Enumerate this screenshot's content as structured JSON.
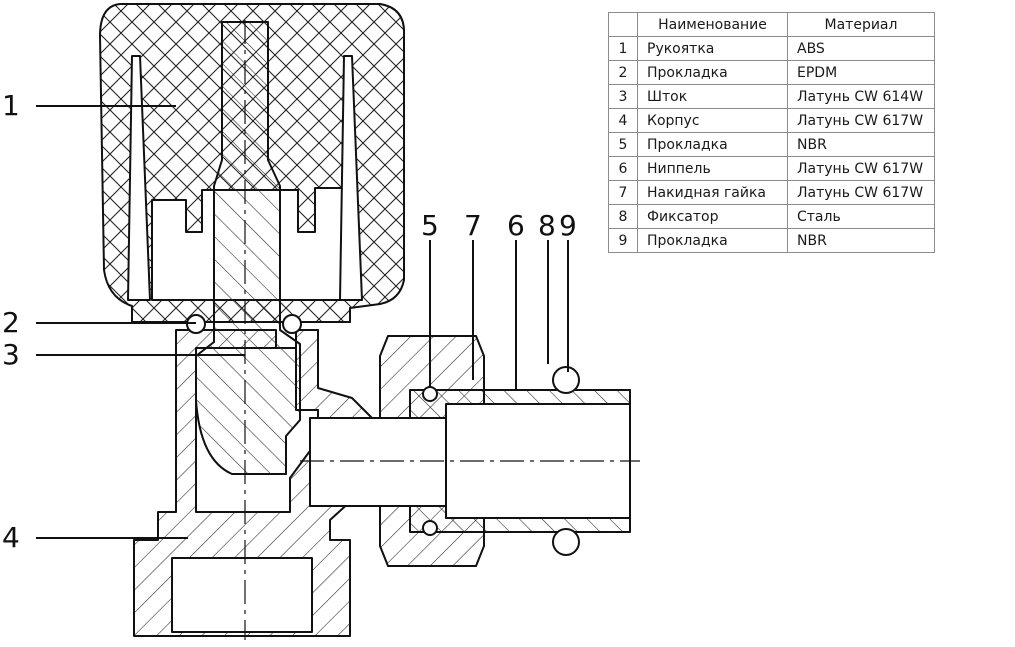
{
  "table": {
    "headers": [
      "",
      "Наименование",
      "Материал"
    ],
    "rows": [
      [
        "1",
        "Рукоятка",
        "ABS"
      ],
      [
        "2",
        "Прокладка",
        "EPDM"
      ],
      [
        "3",
        "Шток",
        "Латунь CW 614W"
      ],
      [
        "4",
        "Корпус",
        "Латунь CW 617W"
      ],
      [
        "5",
        "Прокладка",
        "NBR"
      ],
      [
        "6",
        "Ниппель",
        "Латунь CW 617W"
      ],
      [
        "7",
        "Накидная гайка",
        "Латунь CW 617W"
      ],
      [
        "8",
        "Фиксатор",
        "Сталь"
      ],
      [
        "9",
        "Прокладка",
        "NBR"
      ]
    ]
  },
  "callouts": {
    "left": [
      "1",
      "2",
      "3",
      "4"
    ],
    "top": [
      "5",
      "7",
      "6",
      "8",
      "9"
    ]
  }
}
